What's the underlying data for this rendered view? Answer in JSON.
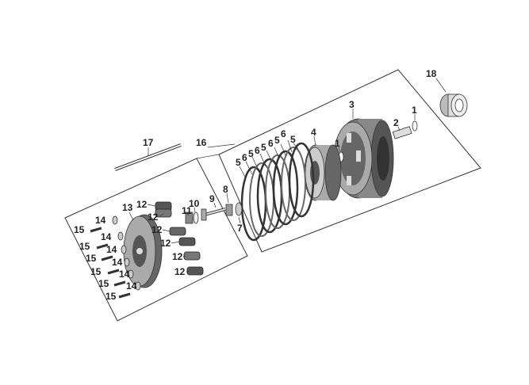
{
  "callouts": {
    "c1a": "1",
    "c1b": "1",
    "c2": "2",
    "c3": "3",
    "c4": "4",
    "c5a": "5",
    "c5b": "5",
    "c5c": "5",
    "c5d": "5",
    "c5e": "5",
    "c6a": "6",
    "c6b": "6",
    "c6c": "6",
    "c6d": "6",
    "c7": "7",
    "c8": "8",
    "c9": "9",
    "c10": "10",
    "c11": "11",
    "c12a": "12",
    "c12b": "12",
    "c12c": "12",
    "c12d": "12",
    "c12e": "12",
    "c12f": "12",
    "c13": "13",
    "c14a": "14",
    "c14b": "14",
    "c14c": "14",
    "c14d": "14",
    "c14e": "14",
    "c14f": "14",
    "c15a": "15",
    "c15b": "15",
    "c15c": "15",
    "c15d": "15",
    "c15e": "15",
    "c16": "16",
    "c17": "17",
    "c18": "18"
  }
}
